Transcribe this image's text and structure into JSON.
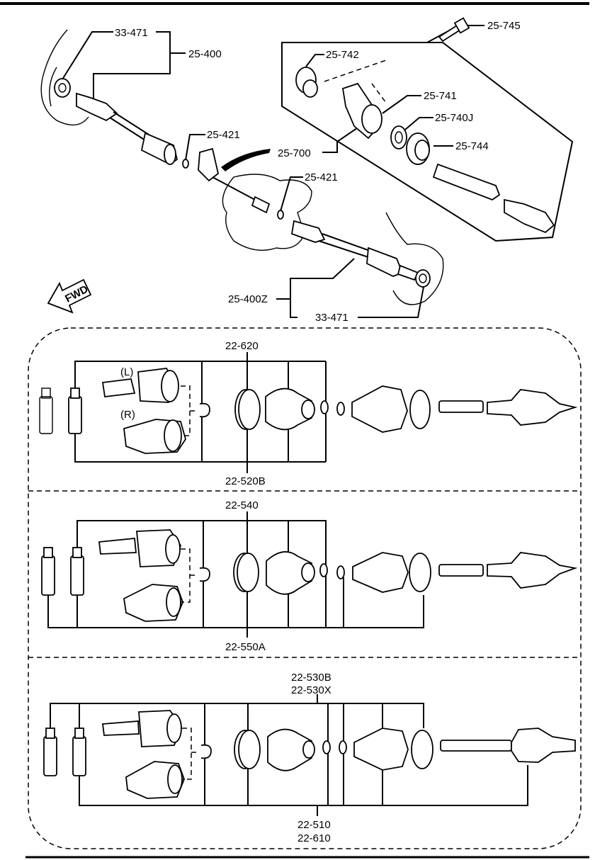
{
  "top_labels": {
    "l33471a": "33-471",
    "l25400": "25-400",
    "l25421a": "25-421",
    "l25421b": "25-421",
    "l25700": "25-700",
    "l25745": "25-745",
    "l25742": "25-742",
    "l25741": "25-741",
    "l25740j": "25-740J",
    "l25744": "25-744",
    "l25400z": "25-400Z",
    "l33471b": "33-471",
    "fwd": "FWD"
  },
  "group1": {
    "top": "22-620",
    "bottom": "22-520B",
    "left_tag": "(L)",
    "right_tag": "(R)"
  },
  "group2": {
    "top": "22-540",
    "bottom": "22-550A"
  },
  "group3": {
    "top1": "22-530B",
    "top2": "22-530X",
    "bottom1": "22-510",
    "bottom2": "22-610"
  }
}
